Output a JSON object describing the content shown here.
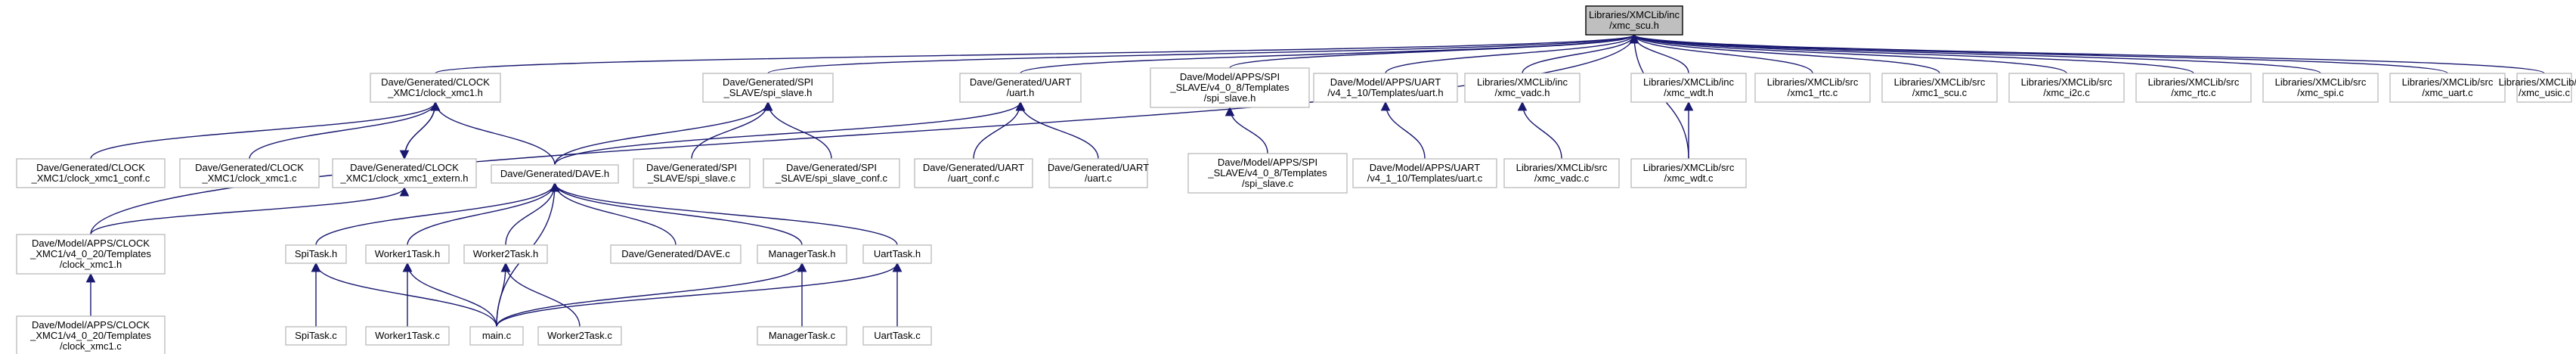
{
  "diagram": {
    "title": "",
    "edge_color": "#191970",
    "root_fill": "#bfbfbf",
    "nodes": [
      {
        "id": "xmc_scu_h",
        "lines": [
          "Libraries/XMCLib/inc",
          "/xmc_scu.h"
        ],
        "root": true
      },
      {
        "id": "clock_xmc1_h",
        "lines": [
          "Dave/Generated/CLOCK",
          "_XMC1/clock_xmc1.h"
        ]
      },
      {
        "id": "spi_slave_h",
        "lines": [
          "Dave/Generated/SPI",
          "_SLAVE/spi_slave.h"
        ]
      },
      {
        "id": "uart_h",
        "lines": [
          "Dave/Generated/UART",
          "/uart.h"
        ]
      },
      {
        "id": "tpl_spi_slave_h",
        "lines": [
          "Dave/Model/APPS/SPI",
          "_SLAVE/v4_0_8/Templates",
          "/spi_slave.h"
        ]
      },
      {
        "id": "tpl_uart_h",
        "lines": [
          "Dave/Model/APPS/UART",
          "/v4_1_10/Templates/uart.h"
        ]
      },
      {
        "id": "xmc_vadc_h",
        "lines": [
          "Libraries/XMCLib/inc",
          "/xmc_vadc.h"
        ]
      },
      {
        "id": "xmc_wdt_h",
        "lines": [
          "Libraries/XMCLib/inc",
          "/xmc_wdt.h"
        ]
      },
      {
        "id": "xmc1_rtc_c",
        "lines": [
          "Libraries/XMCLib/src",
          "/xmc1_rtc.c"
        ]
      },
      {
        "id": "xmc1_scu_c",
        "lines": [
          "Libraries/XMCLib/src",
          "/xmc1_scu.c"
        ]
      },
      {
        "id": "xmc_i2c_c",
        "lines": [
          "Libraries/XMCLib/src",
          "/xmc_i2c.c"
        ]
      },
      {
        "id": "xmc_rtc_c",
        "lines": [
          "Libraries/XMCLib/src",
          "/xmc_rtc.c"
        ]
      },
      {
        "id": "xmc_spi_c",
        "lines": [
          "Libraries/XMCLib/src",
          "/xmc_spi.c"
        ]
      },
      {
        "id": "xmc_uart_c",
        "lines": [
          "Libraries/XMCLib/src",
          "/xmc_uart.c"
        ]
      },
      {
        "id": "xmc_usic_c",
        "lines": [
          "Libraries/XMCLib/src",
          "/xmc_usic.c"
        ]
      },
      {
        "id": "clock_xmc1_conf_c",
        "lines": [
          "Dave/Generated/CLOCK",
          "_XMC1/clock_xmc1_conf.c"
        ]
      },
      {
        "id": "clock_xmc1_c",
        "lines": [
          "Dave/Generated/CLOCK",
          "_XMC1/clock_xmc1.c"
        ]
      },
      {
        "id": "clock_xmc1_extern_h",
        "lines": [
          "Dave/Generated/CLOCK",
          "_XMC1/clock_xmc1_extern.h"
        ]
      },
      {
        "id": "dave_h",
        "lines": [
          "Dave/Generated/DAVE.h"
        ]
      },
      {
        "id": "spi_slave_c",
        "lines": [
          "Dave/Generated/SPI",
          "_SLAVE/spi_slave.c"
        ]
      },
      {
        "id": "spi_slave_conf_c",
        "lines": [
          "Dave/Generated/SPI",
          "_SLAVE/spi_slave_conf.c"
        ]
      },
      {
        "id": "uart_conf_c",
        "lines": [
          "Dave/Generated/UART",
          "/uart_conf.c"
        ]
      },
      {
        "id": "uart_c",
        "lines": [
          "Dave/Generated/UART",
          "/uart.c"
        ]
      },
      {
        "id": "tpl_spi_slave_c",
        "lines": [
          "Dave/Model/APPS/SPI",
          "_SLAVE/v4_0_8/Templates",
          "/spi_slave.c"
        ]
      },
      {
        "id": "tpl_uart_c",
        "lines": [
          "Dave/Model/APPS/UART",
          "/v4_1_10/Templates/uart.c"
        ]
      },
      {
        "id": "xmc_vadc_c",
        "lines": [
          "Libraries/XMCLib/src",
          "/xmc_vadc.c"
        ]
      },
      {
        "id": "xmc_wdt_c",
        "lines": [
          "Libraries/XMCLib/src",
          "/xmc_wdt.c"
        ]
      },
      {
        "id": "tpl_clock_xmc1_h",
        "lines": [
          "Dave/Model/APPS/CLOCK",
          "_XMC1/v4_0_20/Templates",
          "/clock_xmc1.h"
        ]
      },
      {
        "id": "tpl_clock_xmc1_c",
        "lines": [
          "Dave/Model/APPS/CLOCK",
          "_XMC1/v4_0_20/Templates",
          "/clock_xmc1.c"
        ]
      },
      {
        "id": "spitask_h",
        "lines": [
          "SpiTask.h"
        ]
      },
      {
        "id": "worker1task_h",
        "lines": [
          "Worker1Task.h"
        ]
      },
      {
        "id": "worker2task_h",
        "lines": [
          "Worker2Task.h"
        ]
      },
      {
        "id": "dave_c",
        "lines": [
          "Dave/Generated/DAVE.c"
        ]
      },
      {
        "id": "managertask_h",
        "lines": [
          "ManagerTask.h"
        ]
      },
      {
        "id": "uarttask_h",
        "lines": [
          "UartTask.h"
        ]
      },
      {
        "id": "spitask_c",
        "lines": [
          "SpiTask.c"
        ]
      },
      {
        "id": "worker1task_c",
        "lines": [
          "Worker1Task.c"
        ]
      },
      {
        "id": "main_c",
        "lines": [
          "main.c"
        ]
      },
      {
        "id": "worker2task_c",
        "lines": [
          "Worker2Task.c"
        ]
      },
      {
        "id": "managertask_c",
        "lines": [
          "ManagerTask.c"
        ]
      },
      {
        "id": "uarttask_c",
        "lines": [
          "UartTask.c"
        ]
      }
    ],
    "edges": [
      [
        "xmc_scu_h",
        "clock_xmc1_h"
      ],
      [
        "xmc_scu_h",
        "spi_slave_h"
      ],
      [
        "xmc_scu_h",
        "uart_h"
      ],
      [
        "xmc_scu_h",
        "tpl_spi_slave_h"
      ],
      [
        "xmc_scu_h",
        "tpl_uart_h"
      ],
      [
        "xmc_scu_h",
        "xmc_vadc_h"
      ],
      [
        "xmc_scu_h",
        "xmc_wdt_h"
      ],
      [
        "xmc_scu_h",
        "xmc1_rtc_c"
      ],
      [
        "xmc_scu_h",
        "xmc1_scu_c"
      ],
      [
        "xmc_scu_h",
        "xmc_i2c_c"
      ],
      [
        "xmc_scu_h",
        "xmc_rtc_c"
      ],
      [
        "xmc_scu_h",
        "xmc_spi_c"
      ],
      [
        "xmc_scu_h",
        "xmc_uart_c"
      ],
      [
        "xmc_scu_h",
        "xmc_usic_c"
      ],
      [
        "xmc_scu_h",
        "tpl_clock_xmc1_h"
      ],
      [
        "xmc_scu_h",
        "xmc_wdt_c"
      ],
      [
        "clock_xmc1_h",
        "clock_xmc1_conf_c"
      ],
      [
        "clock_xmc1_h",
        "clock_xmc1_c"
      ],
      [
        "clock_xmc1_h",
        "clock_xmc1_extern_h"
      ],
      [
        "clock_xmc1_h",
        "dave_h"
      ],
      [
        "clock_xmc1_extern_h",
        "clock_xmc1_h"
      ],
      [
        "clock_xmc1_extern_h",
        "tpl_clock_xmc1_h"
      ],
      [
        "spi_slave_h",
        "dave_h"
      ],
      [
        "spi_slave_h",
        "spi_slave_c"
      ],
      [
        "spi_slave_h",
        "spi_slave_conf_c"
      ],
      [
        "uart_h",
        "dave_h"
      ],
      [
        "uart_h",
        "uart_conf_c"
      ],
      [
        "uart_h",
        "uart_c"
      ],
      [
        "tpl_spi_slave_h",
        "tpl_spi_slave_c"
      ],
      [
        "tpl_uart_h",
        "tpl_uart_c"
      ],
      [
        "xmc_vadc_h",
        "xmc_vadc_c"
      ],
      [
        "xmc_wdt_h",
        "xmc_wdt_c"
      ],
      [
        "tpl_clock_xmc1_h",
        "tpl_clock_xmc1_c"
      ],
      [
        "dave_h",
        "spitask_h"
      ],
      [
        "dave_h",
        "worker1task_h"
      ],
      [
        "dave_h",
        "worker2task_h"
      ],
      [
        "dave_h",
        "dave_c"
      ],
      [
        "dave_h",
        "managertask_h"
      ],
      [
        "dave_h",
        "uarttask_h"
      ],
      [
        "dave_h",
        "main_c"
      ],
      [
        "spitask_h",
        "spitask_c"
      ],
      [
        "spitask_h",
        "main_c"
      ],
      [
        "worker1task_h",
        "worker1task_c"
      ],
      [
        "worker1task_h",
        "main_c"
      ],
      [
        "worker2task_h",
        "worker2task_c"
      ],
      [
        "worker2task_h",
        "main_c"
      ],
      [
        "managertask_h",
        "managertask_c"
      ],
      [
        "managertask_h",
        "main_c"
      ],
      [
        "uarttask_h",
        "uarttask_c"
      ],
      [
        "uarttask_h",
        "main_c"
      ]
    ]
  }
}
